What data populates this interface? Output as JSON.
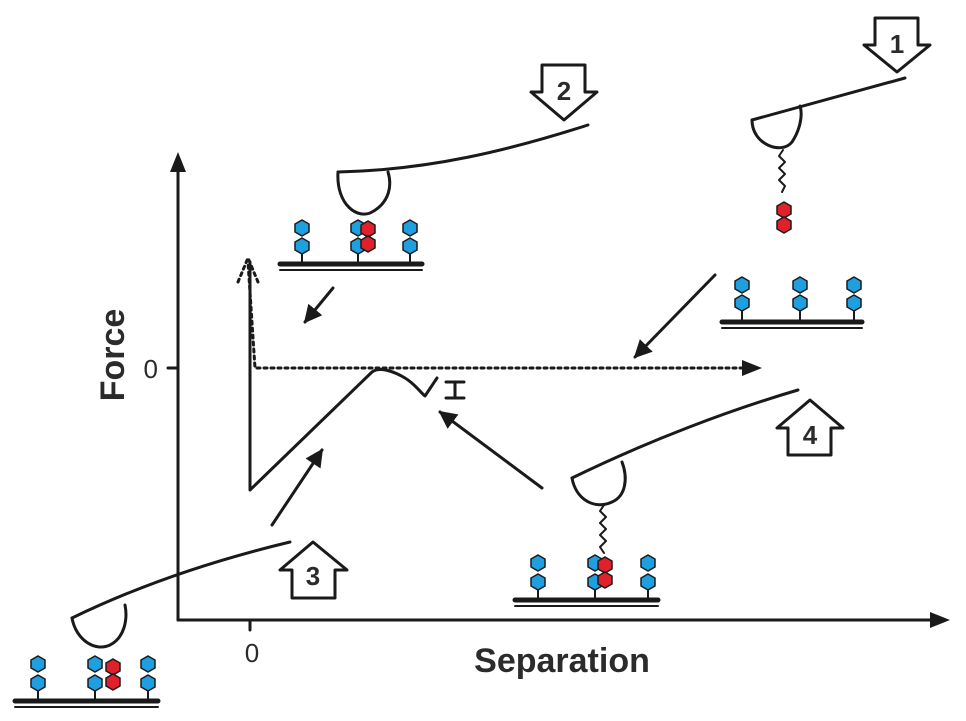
{
  "diagram": {
    "x_axis_label": "Separation",
    "y_axis_label": "Force",
    "x_zero_label": "0",
    "y_zero_label": "0",
    "steps": [
      "1",
      "2",
      "3",
      "4"
    ],
    "colors": {
      "line": "#1a1a1a",
      "text": "#2b2b2b",
      "sugar_blue": "#1e9fe0",
      "ligand_red": "#e0202a",
      "background": "#ffffff"
    },
    "icons": [
      "arrow-down-outline-icon",
      "arrow-up-outline-icon",
      "afm-tip-icon",
      "sugar-hexagon-icon"
    ]
  }
}
